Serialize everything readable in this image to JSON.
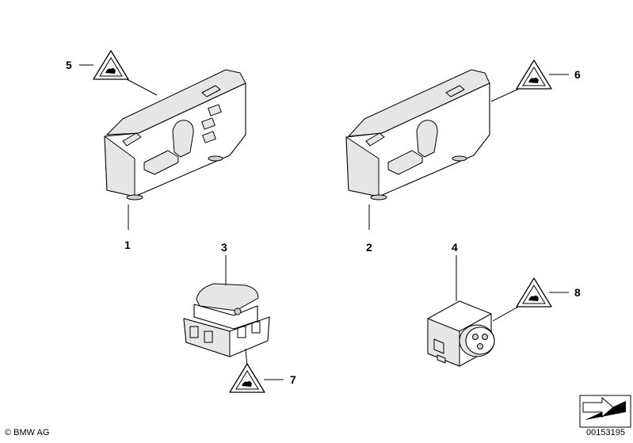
{
  "callouts": [
    "1",
    "2",
    "3",
    "4",
    "5",
    "6",
    "7",
    "8"
  ],
  "footer": {
    "copyright": "© BMW AG",
    "part_number": "00153195"
  },
  "icons": {
    "warning": "esd-warning-triangle-icon",
    "nav_arrow": "next-page-arrow-icon"
  }
}
